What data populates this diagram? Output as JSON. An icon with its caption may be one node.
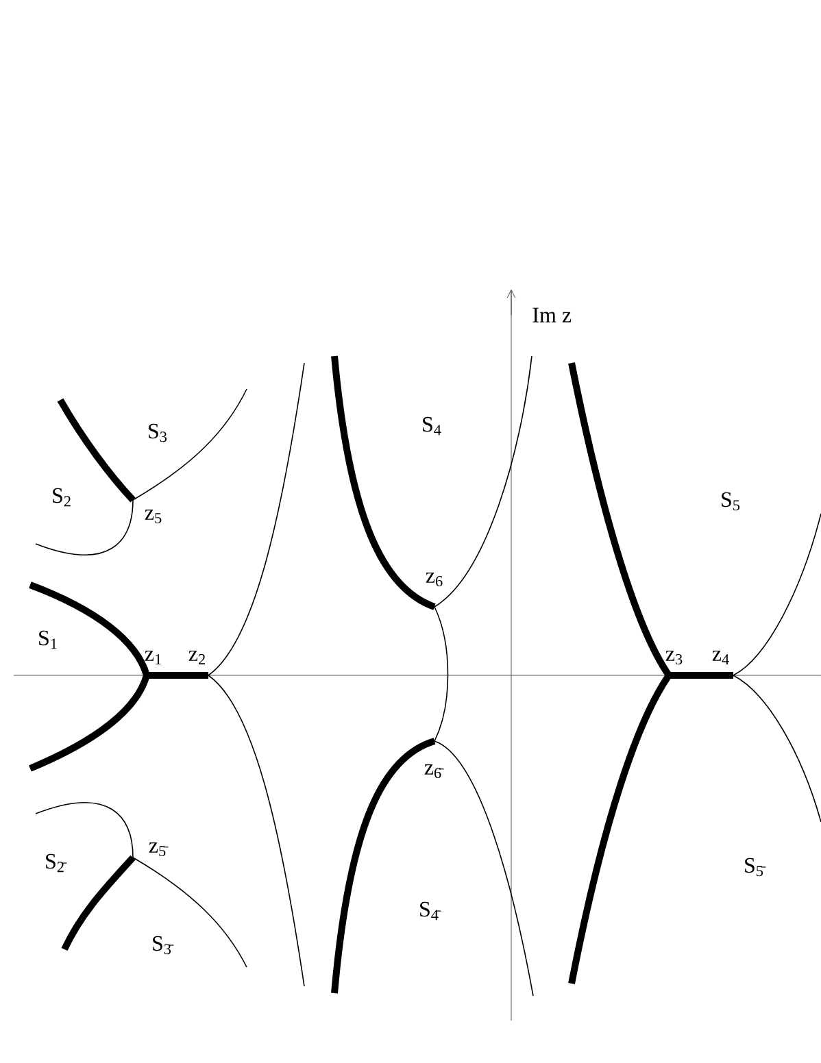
{
  "diagram": {
    "labels": [
      "Im z",
      "S$_{3}$",
      "S$_{4}$",
      "S$_{2}$",
      "z$_{5}$",
      "S$_{5}$",
      "z$_{6}$",
      "S$_{1}$",
      "z$_{1}$",
      "z$_{2}$",
      "z$_{3}$",
      "z$_{4}$",
      "z$_{6̄}$",
      "z$_{5̄}$",
      "S$_{2̄}$",
      "S$_{5̄}$",
      "S$_{4̄}$",
      "S$_{3̄}$"
    ]
  }
}
